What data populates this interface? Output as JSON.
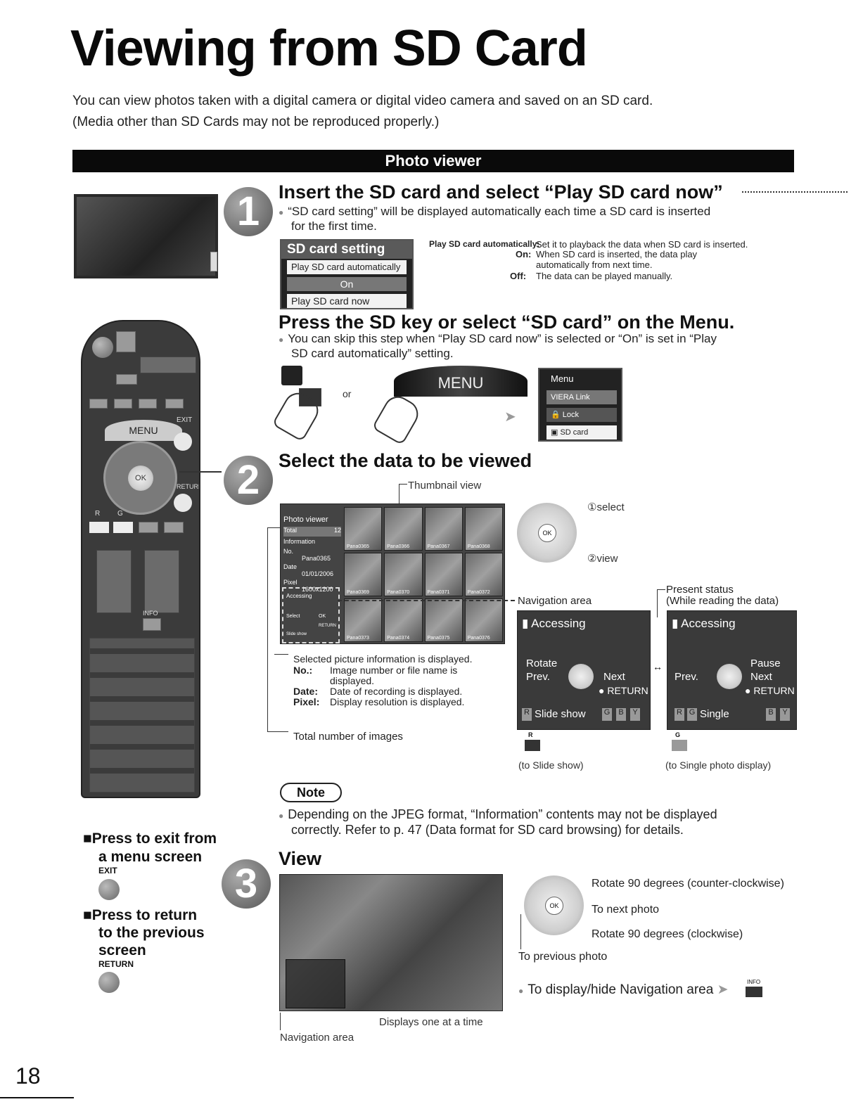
{
  "page": {
    "title": "Viewing from SD Card",
    "intro_line1": "You can view photos taken with a digital camera or digital video camera and saved on an SD card.",
    "intro_line2": "(Media other than SD Cards may not be reproduced properly.)",
    "section_bar": "Photo viewer",
    "page_number": "18"
  },
  "step1": {
    "number": "1",
    "heading": "Insert the SD card and select “Play SD card now”",
    "bullet_line1": "“SD card setting” will be displayed automatically each time a SD card is inserted",
    "bullet_line2": "for the first time.",
    "menu_title": "SD card setting",
    "menu_item1": "Play SD card automatically",
    "menu_value": "On",
    "menu_item2": "Play SD card now",
    "desc_label": "Play SD card automatically:",
    "desc_text": "Set it to playback the data when SD card is inserted.",
    "on_label": "On:",
    "on_text1": "When SD card is inserted, the data play",
    "on_text2": "automatically from next time.",
    "off_label": "Off:",
    "off_text": "The data can be played manually."
  },
  "step2a": {
    "heading": "Press the SD key or select “SD card” on the Menu.",
    "bullet_line1": "You can skip this step when “Play SD card now” is selected or “On” is set in “Play",
    "bullet_line2": "SD card automatically” setting.",
    "or_text": "or",
    "menu_key": "MENU",
    "menu_title": "Menu",
    "menu_items": [
      "VIERA Link",
      "Lock",
      "SD card"
    ]
  },
  "step2": {
    "number": "2",
    "heading": "Select the data to be viewed",
    "thumbnail_view": "Thumbnail view",
    "select_label": "①select",
    "view_label": "②view",
    "navigation_area": "Navigation area",
    "present_status": "Present status",
    "while_reading": "(While reading the data)",
    "selected_info": "Selected picture information is displayed.",
    "no_label": "No.:",
    "no_text1": "Image number or file name is",
    "no_text2": "displayed.",
    "date_label": "Date:",
    "date_text": "Date of recording is displayed.",
    "pixel_label": "Pixel:",
    "pixel_text": "Display resolution is displayed.",
    "total_images": "Total number of images",
    "to_slide_show": "(to Slide show)",
    "to_single": "(to Single photo display)",
    "viewer": {
      "title": "Photo viewer",
      "total_label": "Total",
      "total_value": "12",
      "information": "Information",
      "no": "No.",
      "no_value": "Pana0365",
      "date": "Date",
      "date_value": "01/01/2006",
      "pixel": "Pixel",
      "pixel_value": "1600x1200",
      "accessing": "Accessing",
      "select": "Select",
      "ok": "OK",
      "return": "RETURN",
      "slide_show": "Slide show",
      "thumb_labels": [
        "Pana0365",
        "Pana0366",
        "Pana0367",
        "Pana0368",
        "Pana0369",
        "Pana0370",
        "Pana0371",
        "Pana0372",
        "Pana0373",
        "Pana0374",
        "Pana0375",
        "Pana0376"
      ]
    },
    "panel_left": {
      "accessing": "Accessing",
      "rotate": "Rotate",
      "prev": "Prev.",
      "next": "Next",
      "return": "RETURN",
      "slide_show": "Slide show",
      "key_r": "R",
      "key_g": "G",
      "key_b": "B",
      "key_y": "Y"
    },
    "panel_right": {
      "accessing": "Accessing",
      "pause": "Pause",
      "prev": "Prev.",
      "next": "Next",
      "return": "RETURN",
      "single": "Single",
      "key_r": "R",
      "key_g": "G",
      "key_b": "B",
      "key_y": "Y"
    },
    "r_key": "R",
    "g_key": "G"
  },
  "note": {
    "label": "Note",
    "line1": "Depending on the JPEG format, “Information” contents may not be displayed",
    "line2": "correctly. Refer to p. 47 (Data format for SD card browsing) for details."
  },
  "step3": {
    "number": "3",
    "heading": "View",
    "rotate_ccw": "Rotate 90 degrees (counter-clockwise)",
    "next_photo": "To next photo",
    "rotate_cw": "Rotate 90 degrees (clockwise)",
    "prev_photo": "To previous photo",
    "toggle_nav": "To display/hide Navigation area",
    "info_key": "INFO",
    "displays_one": "Displays one at a time",
    "navigation_area": "Navigation area"
  },
  "sidebar": {
    "exit_line1": "Press to exit from",
    "exit_line2": "a menu screen",
    "exit_key": "EXIT",
    "return_line1": "Press to return",
    "return_line2": "to the previous",
    "return_line3": "screen",
    "return_key": "RETURN"
  },
  "remote": {
    "menu": "MENU",
    "exit": "EXIT",
    "ok": "OK",
    "return": "RETURN",
    "r": "R",
    "g": "G",
    "info": "INFO"
  }
}
